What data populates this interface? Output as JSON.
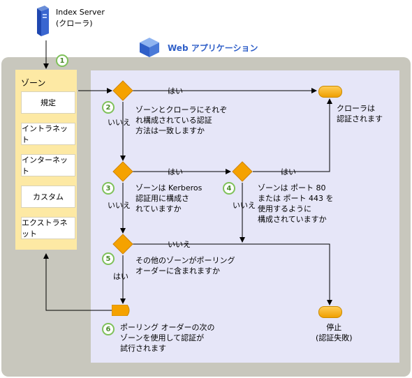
{
  "server": {
    "line1": "Index Server",
    "line2": "(クローラ)"
  },
  "webapp": {
    "title": "Web アプリケーション"
  },
  "zones": {
    "title": "ゾーン",
    "items": [
      "規定",
      "イントラネット",
      "インターネット",
      "カスタム",
      "エクストラネット"
    ]
  },
  "steps": {
    "s1": "1",
    "s2": "2",
    "s3": "3",
    "s4": "4",
    "s5": "5",
    "s6": "6"
  },
  "q2": {
    "line1": "ゾーンとクローラにそれぞ",
    "line2": "れ構成されている認証",
    "line3": "方法は一致しますか"
  },
  "q3": {
    "line1": "ゾーンは Kerberos",
    "line2": "認証用に構成さ",
    "line3": "れていますか"
  },
  "q4": {
    "line1": "ゾーンは ポート 80",
    "line2": "または ポート 443 を",
    "line3": "使用するように",
    "line4": "構成されていますか"
  },
  "q5": {
    "line1": "その他のゾーンがポーリング",
    "line2": "オーダーに含まれますか"
  },
  "s6_text": {
    "line1": "ポーリング オーダーの次の",
    "line2": "ゾーンを使用して認証が",
    "line3": "試行されます"
  },
  "end_ok": {
    "line1": "クローラは",
    "line2": "認証されます"
  },
  "end_fail": {
    "line1": "停止",
    "line2": "(認証失敗)"
  },
  "labels": {
    "yes": "はい",
    "no": "いいえ"
  },
  "colors": {
    "diamond": "#f5a200",
    "outer": "#c8c7bd",
    "panel": "#e6e6f8",
    "zone": "#fde9a4",
    "stepcircle": "#7fc15a"
  }
}
